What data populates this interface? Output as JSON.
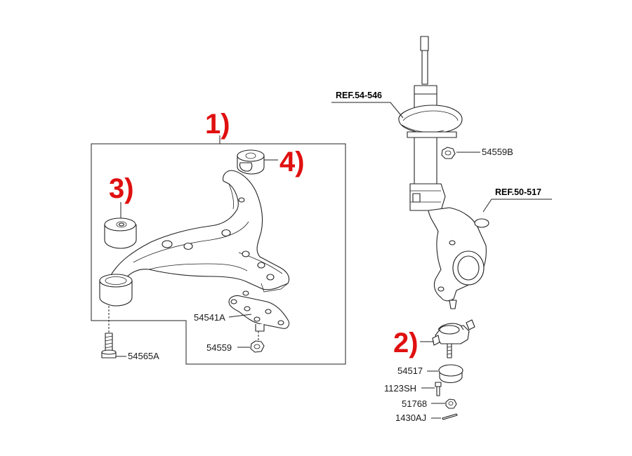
{
  "callouts": {
    "c1": "1)",
    "c2": "2)",
    "c3": "3)",
    "c4": "4)"
  },
  "parts": {
    "p54565A": "54565A",
    "p54541A": "54541A",
    "p54559": "54559",
    "p54559B": "54559B",
    "p54517": "54517",
    "p1123SH": "1123SH",
    "p51768": "51768",
    "p1430AJ": "1430AJ"
  },
  "refs": {
    "r54546": "REF.54-546",
    "r50517": "REF.50-517"
  },
  "colors": {
    "callout": "#e01010",
    "line": "#222222",
    "background": "#ffffff"
  }
}
